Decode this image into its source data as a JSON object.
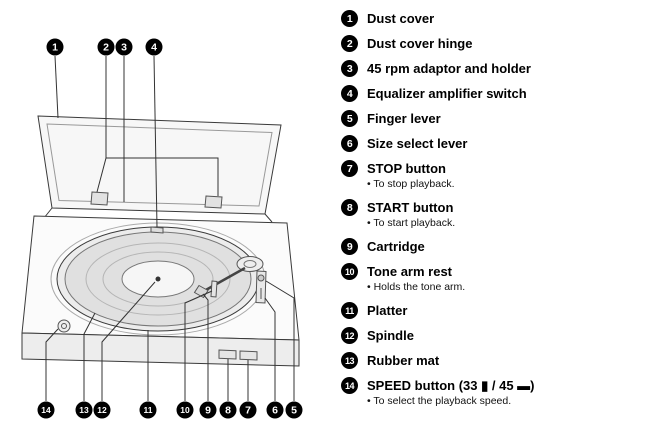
{
  "legend": {
    "items": [
      {
        "num": "1",
        "label": "Dust cover"
      },
      {
        "num": "2",
        "label": "Dust cover hinge"
      },
      {
        "num": "3",
        "label": "45 rpm adaptor and holder"
      },
      {
        "num": "4",
        "label": "Equalizer amplifier switch"
      },
      {
        "num": "5",
        "label": "Finger lever"
      },
      {
        "num": "6",
        "label": "Size select lever"
      },
      {
        "num": "7",
        "label": "STOP button",
        "note": "• To stop playback."
      },
      {
        "num": "8",
        "label": "START button",
        "note": "• To start playback."
      },
      {
        "num": "9",
        "label": "Cartridge"
      },
      {
        "num": "10",
        "label": "Tone arm rest",
        "note": "• Holds the tone arm."
      },
      {
        "num": "11",
        "label": "Platter"
      },
      {
        "num": "12",
        "label": "Spindle"
      },
      {
        "num": "13",
        "label": "Rubber mat"
      },
      {
        "num": "14",
        "label": "SPEED button (33 ▮ / 45 ▬)",
        "note": "• To select the playback speed."
      }
    ]
  }
}
